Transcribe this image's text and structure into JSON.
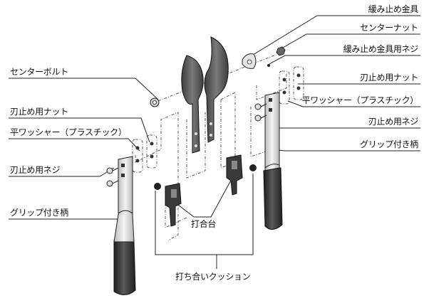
{
  "labels": {
    "loosen_stopper": "緩み止め金具",
    "center_nut": "センターナット",
    "loosen_screw": "緩み止め金具用ネジ",
    "center_bolt": "センターボルト",
    "blade_nut_right": "刃止め用ナット",
    "washer_right": "平ワッシャー（プラスチック）",
    "blade_screw_right": "刃止め用ネジ",
    "grip_handle_right": "グリップ付き柄",
    "blade_nut_left": "刃止め用ナット",
    "washer_left": "平ワッシャー（プラスチック）",
    "blade_screw_left": "刃止め用ネジ",
    "grip_handle_left": "グリップ付き柄",
    "striking_base": "打合台",
    "cushion": "打ち合いクッション"
  },
  "colors": {
    "line": "#222222",
    "metal": "#d9d9d9",
    "grip": "#3a3a3a",
    "blade": "#555555"
  }
}
